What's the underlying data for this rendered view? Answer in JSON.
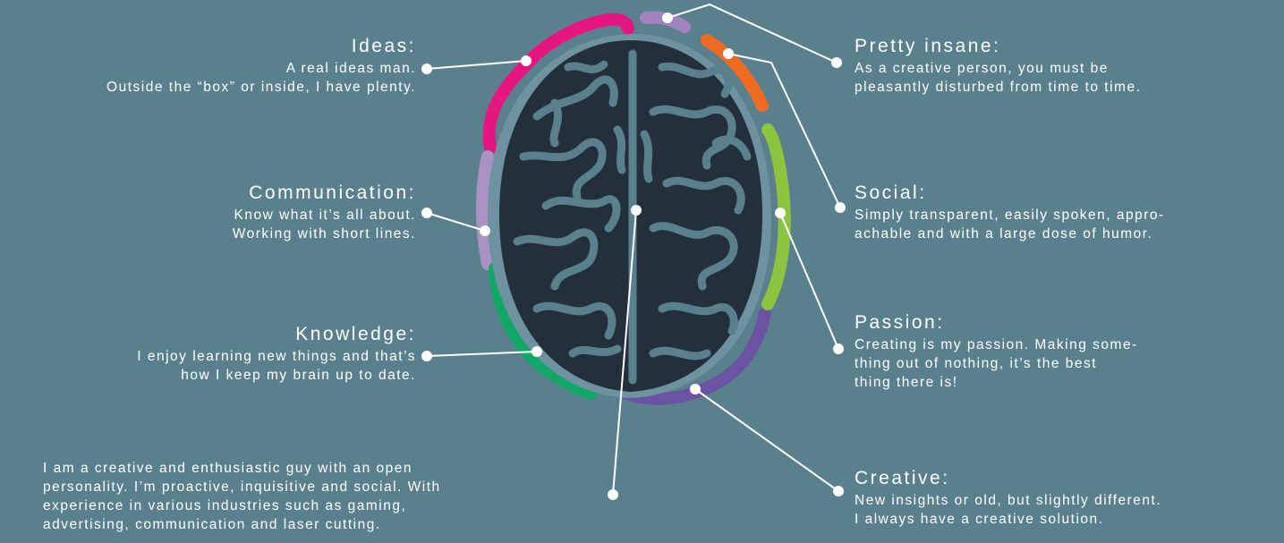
{
  "traits": {
    "ideas": {
      "title": "Ideas:",
      "lines": [
        "A real ideas man.",
        "Outside the “box” or inside, I have plenty."
      ]
    },
    "communication": {
      "title": "Communication:",
      "lines": [
        "Know what it’s all about.",
        "Working with short lines."
      ]
    },
    "knowledge": {
      "title": "Knowledge:",
      "lines": [
        "I enjoy learning new things and that’s",
        "how I keep my brain up to date."
      ]
    },
    "insane": {
      "title": "Pretty insane:",
      "lines": [
        "As a creative person, you must be",
        "pleasantly disturbed from time to time."
      ]
    },
    "social": {
      "title": "Social:",
      "lines": [
        "Simply transparent, easily spoken, appro-",
        "achable and with a large dose of humor."
      ]
    },
    "passion": {
      "title": "Passion:",
      "lines": [
        "Creating is my passion. Making some-",
        "thing out of nothing, it’s the best",
        "thing there is!"
      ]
    },
    "creative": {
      "title": "Creative:",
      "lines": [
        "New insights or old, but slightly different.",
        "I always have a creative solution."
      ]
    }
  },
  "intro": {
    "lines": [
      "I am a creative and enthusiastic guy with an open",
      "personality. I’m proactive, inquisitive and social. With",
      "experience in various industries such as gaming,",
      "advertising, communication and laser cutting."
    ]
  },
  "colors": {
    "background": "#5b808d",
    "brain": "#232f3a",
    "ideas": "#e6157f",
    "communication": "#a892c2",
    "knowledge": "#0fa868",
    "insane_top": "#a084bd",
    "insane": "#f06a22",
    "social": "#8cc43f",
    "creative": "#6b52a2",
    "leader": "#ffffff"
  }
}
